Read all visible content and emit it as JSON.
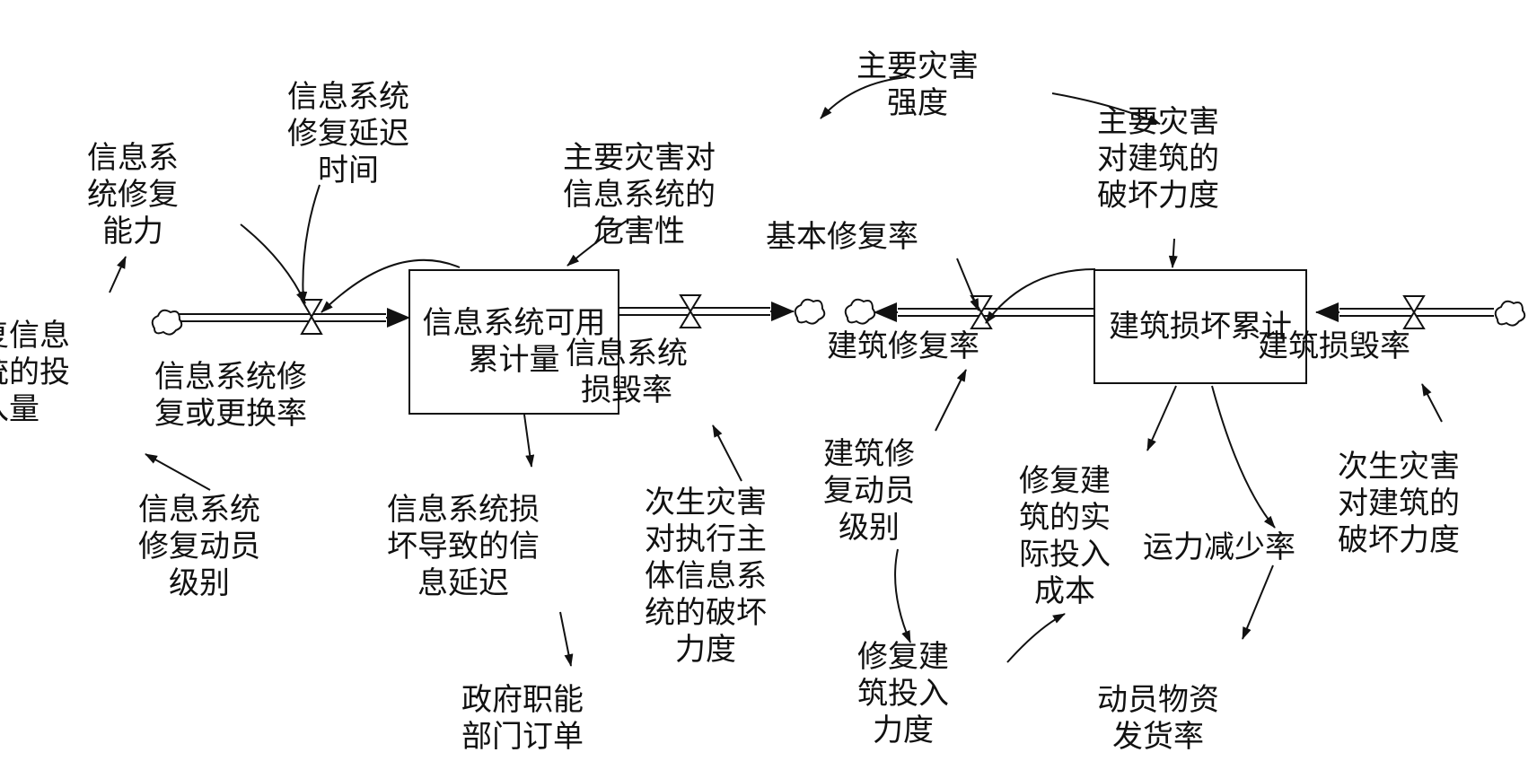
{
  "stocks": {
    "info_system": "信息系统可用\n累计量",
    "building_damage": "建筑损坏累计"
  },
  "flows": {
    "info_repair_rate": "信息系统修\n复或更换率",
    "info_damage_rate": "信息系统\n损毁率",
    "building_repair_rate": "建筑修复率",
    "building_damage_rate": "建筑损毁率"
  },
  "variables": {
    "info_repair_input": "修复信息\n系统的投\n入量",
    "info_repair_capacity": "信息系\n统修复\n能力",
    "info_repair_delay": "信息系统\n修复延迟\n时间",
    "info_mobilization_level": "信息系统\n修复动员\n级别",
    "primary_hazard_intensity": "主要灾害\n强度",
    "primary_hazard_to_info": "主要灾害对\n信息系统的\n危害性",
    "primary_hazard_to_building": "主要灾害\n对建筑的\n破坏力度",
    "basic_repair_rate": "基本修复率",
    "info_damage_delay": "信息系统损\n坏导致的信\n息延迟",
    "government_orders": "政府职能\n部门订单",
    "secondary_hazard_to_info": "次生灾害\n对执行主\n体信息系\n统的破坏\n力度",
    "building_mobilization_level": "建筑修\n复动员\n级别",
    "actual_repair_cost": "修复建\n筑的实\n际投入\n成本",
    "repair_investment": "修复建\n筑投入\n力度",
    "transport_reduction": "运力减少率",
    "secondary_hazard_to_building": "次生灾害\n对建筑的\n破坏力度",
    "material_shipping_rate": "动员物资\n发货率"
  }
}
